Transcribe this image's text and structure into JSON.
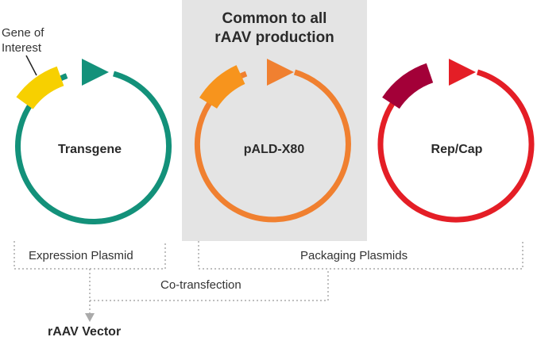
{
  "shared_panel": {
    "title_line1": "Common to all",
    "title_line2": "rAAV production",
    "fill": "#e4e4e4"
  },
  "plasmids": [
    {
      "name": "Transgene",
      "ring_color": "#13917a",
      "insert_color": "#f7d000"
    },
    {
      "name": "pALD-X80",
      "ring_color": "#f08030",
      "insert_color": "#f7941d"
    },
    {
      "name": "Rep/Cap",
      "ring_color": "#e41e26",
      "insert_color": "#a30038"
    }
  ],
  "gene_callout": {
    "line1": "Gene of",
    "line2": "Interest"
  },
  "brackets": {
    "expression": "Expression Plasmid",
    "packaging": "Packaging Plasmids",
    "cotransfection": "Co-transfection"
  },
  "result": "rAAV Vector",
  "line_color": "#aaaaaa"
}
